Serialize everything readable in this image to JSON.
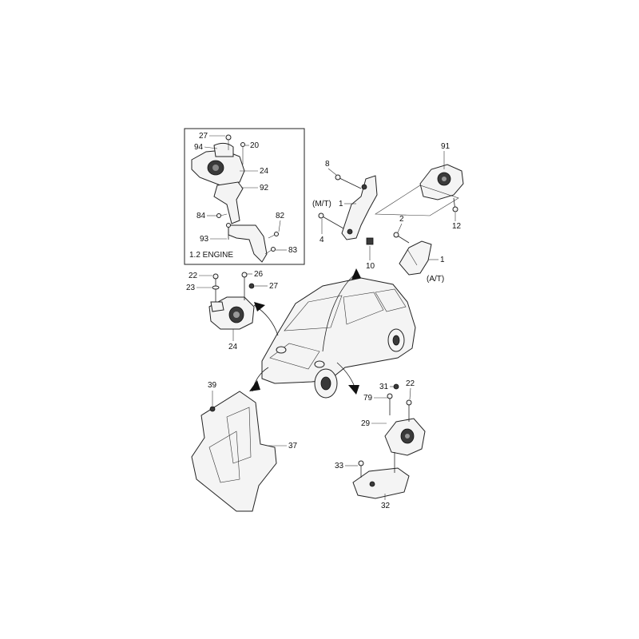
{
  "inset": {
    "caption": "1.2 ENGINE"
  },
  "variants": {
    "manual": "(M/T)",
    "automatic": "(A/T)"
  },
  "callouts": {
    "c27a": "27",
    "c20": "20",
    "c94": "94",
    "c24a": "24",
    "c92": "92",
    "c84": "84",
    "c82": "82",
    "c93": "93",
    "c83": "83",
    "c8": "8",
    "c91": "91",
    "c1a": "1",
    "c2": "2",
    "c4": "4",
    "c12": "12",
    "c10": "10",
    "c1b": "1",
    "c22a": "22",
    "c26": "26",
    "c23": "23",
    "c27b": "27",
    "c24b": "24",
    "c39": "39",
    "c37": "37",
    "c31": "31",
    "c22b": "22",
    "c79": "79",
    "c29": "29",
    "c33": "33",
    "c32": "32"
  }
}
